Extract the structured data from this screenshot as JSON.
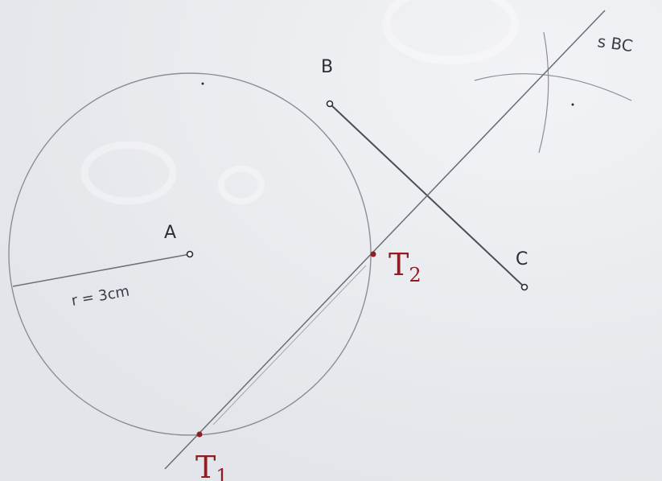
{
  "figure": {
    "points": {
      "A": {
        "label": "A"
      },
      "B": {
        "label": "B"
      },
      "C": {
        "label": "C"
      },
      "T1": {
        "label": "T",
        "subscript": "1"
      },
      "T2": {
        "label": "T",
        "subscript": "2"
      }
    },
    "radius_note": "r = 3cm",
    "bisector_label": "s BC"
  },
  "colors": {
    "paper": "#e9ebef",
    "pencil": "#8c8e95",
    "pencil_dark": "#4b4d55",
    "red_ink": "#8f1d26"
  }
}
